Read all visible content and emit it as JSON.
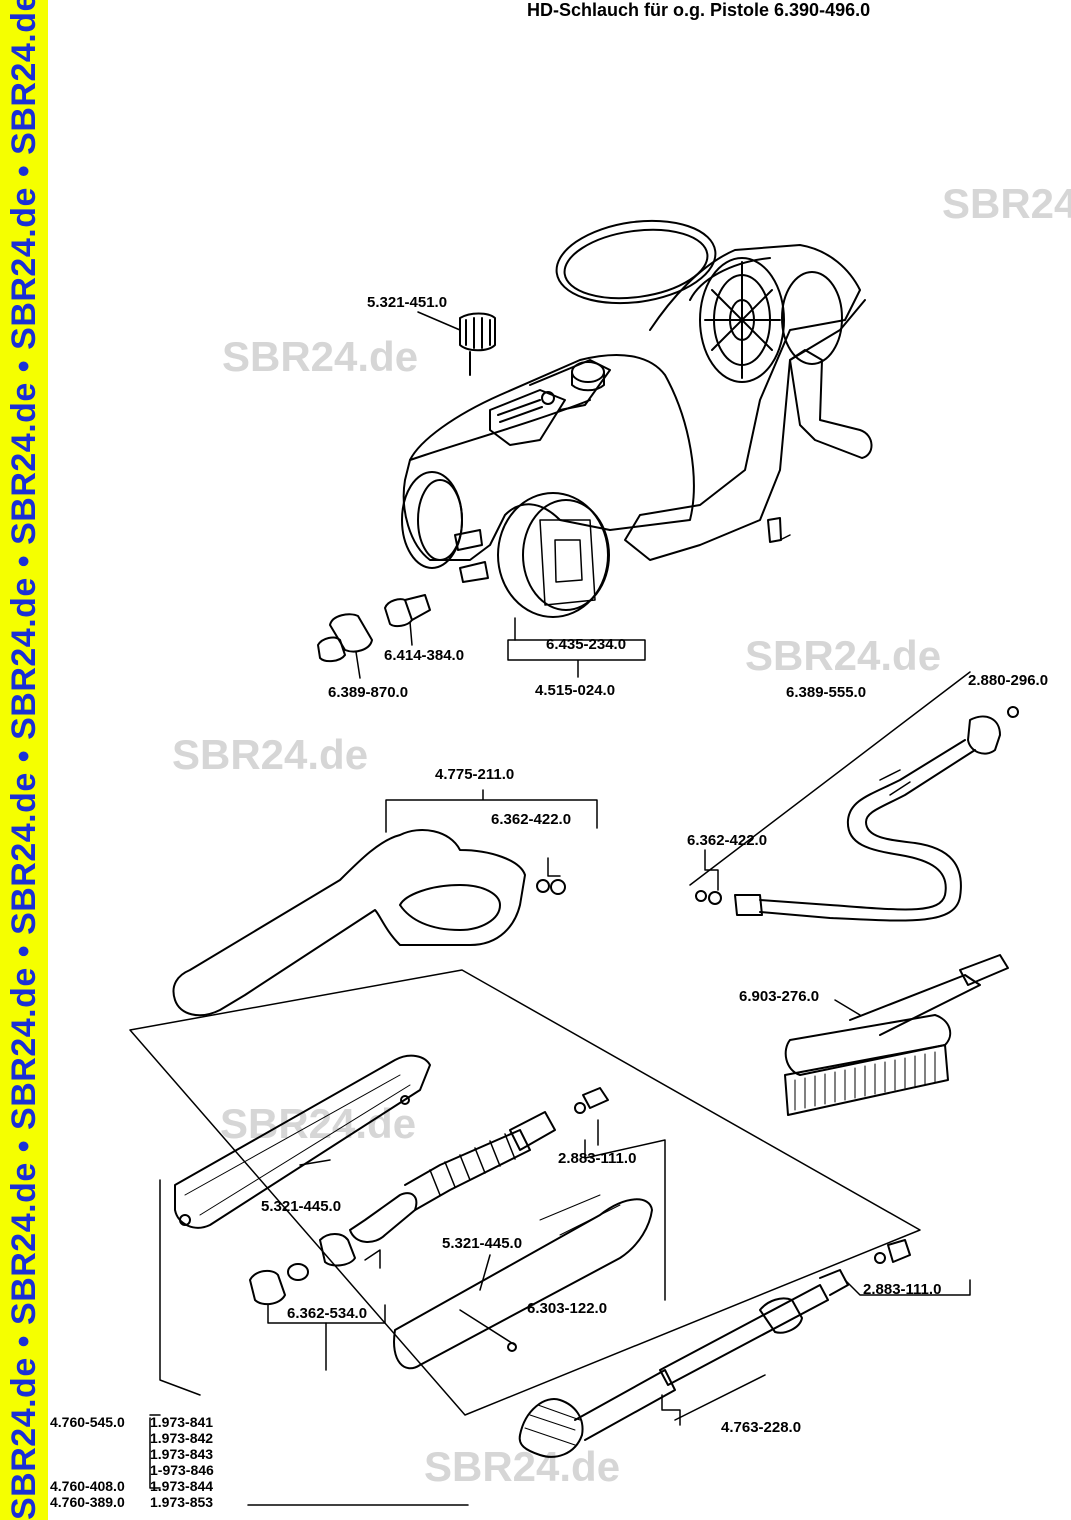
{
  "title": "HD-Schlauch für o.g. Pistole 6.390-496.0",
  "sidebar_text": "SBR24.de • SBR24.de • SBR24.de • SBR24.de • SBR24.de • SBR24.de • SBR24.de • SBR24.de",
  "watermarks": [
    "SBR24",
    "SBR24.de",
    "SBR24.de",
    "SBR24.de",
    "SBR24.de",
    "SBR24.de"
  ],
  "part_labels": {
    "p5321451": "5.321-451.0",
    "p6414384": "6.414-384.0",
    "p6435234": "6.435-234.0",
    "p6389870": "6.389-870.0",
    "p4515024": "4.515-024.0",
    "p6389555": "6.389-555.0",
    "p2880296": "2.880-296.0",
    "p4775211": "4.775-211.0",
    "p6362422a": "6.362-422.0",
    "p6362422b": "6.362-422.0",
    "p6903276": "6.903-276.0",
    "p2883111a": "2.883-111.0",
    "p5321445a": "5.321-445.0",
    "p5321445b": "5.321-445.0",
    "p6303122": "6.303-122.0",
    "p2883111b": "2.883-111.0",
    "p6362534": "6.362-534.0",
    "p4763228": "4.763-228.0"
  },
  "model_legend": {
    "rows": [
      {
        "a": "4.760-545.0",
        "b": "1.973-841"
      },
      {
        "a": "",
        "b": "1.973-842"
      },
      {
        "a": "",
        "b": "1.973-843"
      },
      {
        "a": "",
        "b": "1-973-846"
      },
      {
        "a": "4.760-408.0",
        "b": "1.973-844"
      },
      {
        "a": "4.760-389.0",
        "b": "1.973-853"
      }
    ]
  },
  "colors": {
    "sidebar_bg": "#f5ff00",
    "sidebar_text": "#1a2fd6",
    "watermark": "#d6d6d6"
  }
}
